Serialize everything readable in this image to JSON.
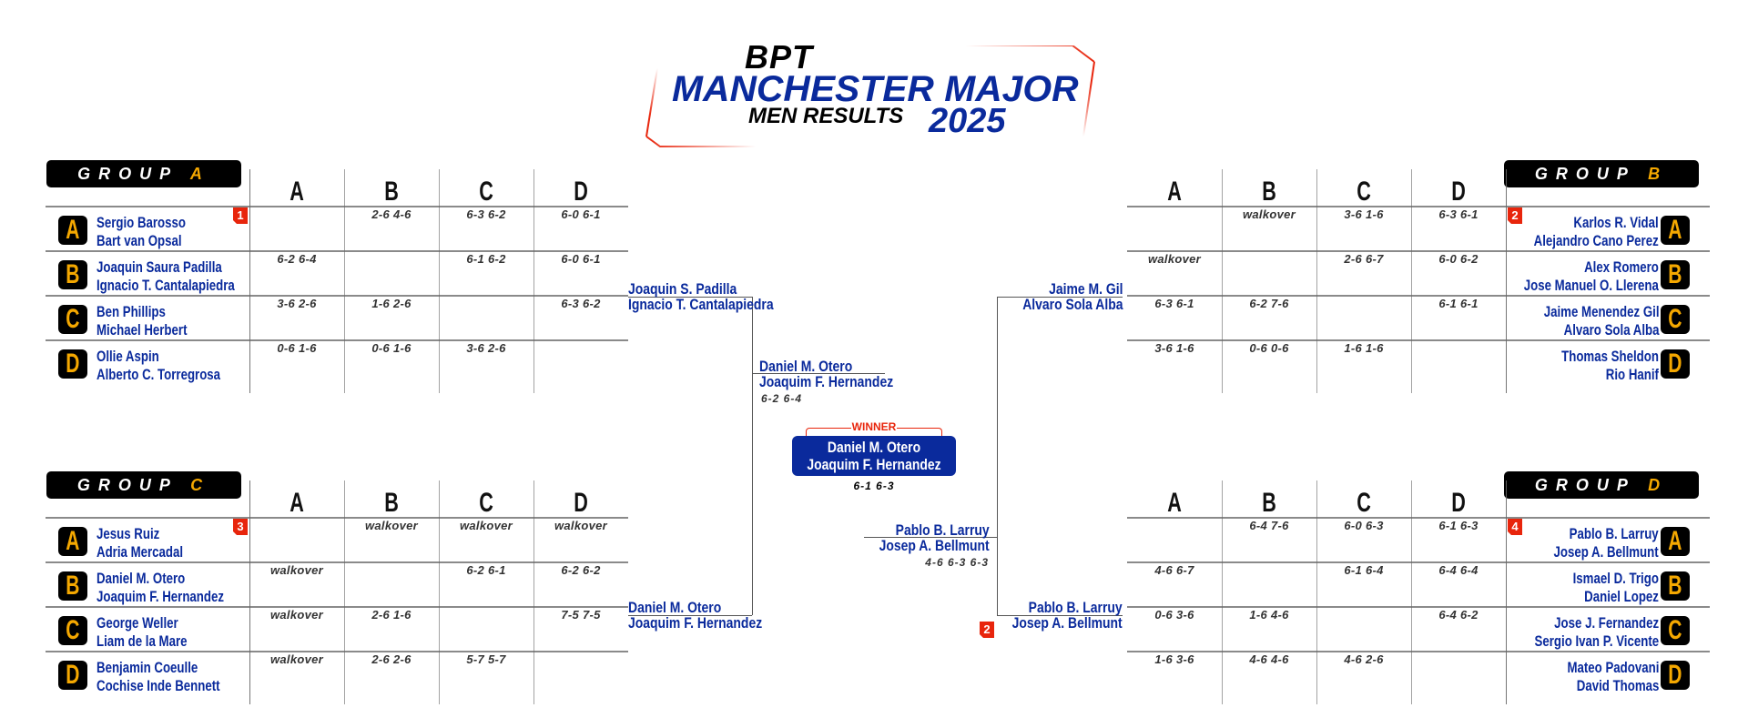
{
  "title": {
    "line1": "BPT",
    "line2": "MANCHESTER MAJOR",
    "line3": "MEN RESULTS",
    "year": "2025"
  },
  "colors": {
    "navy": "#0a2a9c",
    "accent_red": "#e8250c",
    "seed_yellow": "#f5a800",
    "badge_black": "#000000"
  },
  "columns": [
    "A",
    "B",
    "C",
    "D"
  ],
  "groups": {
    "A": {
      "label_prefix": "GROUP",
      "label_letter": "A",
      "rank_badge": "1",
      "teams": [
        {
          "seed": "A",
          "p1": "Sergio Barosso",
          "p2": "Bart van Opsal",
          "results": [
            "",
            "2-6 4-6",
            "6-3 6-2",
            "6-0 6-1"
          ]
        },
        {
          "seed": "B",
          "p1": "Joaquin Saura Padilla",
          "p2": "Ignacio T. Cantalapiedra",
          "results": [
            "6-2 6-4",
            "",
            "6-1 6-2",
            "6-0 6-1"
          ]
        },
        {
          "seed": "C",
          "p1": "Ben Phillips",
          "p2": "Michael Herbert",
          "results": [
            "3-6 2-6",
            "1-6 2-6",
            "",
            "6-3 6-2"
          ]
        },
        {
          "seed": "D",
          "p1": "Ollie Aspin",
          "p2": "Alberto C. Torregrosa",
          "results": [
            "0-6 1-6",
            "0-6 1-6",
            "3-6 2-6",
            ""
          ]
        }
      ]
    },
    "B": {
      "label_prefix": "GROUP",
      "label_letter": "B",
      "rank_badge": "2",
      "teams": [
        {
          "seed": "A",
          "p1": "Karlos R. Vidal",
          "p2": "Alejandro Cano Perez",
          "results": [
            "",
            "walkover",
            "3-6 1-6",
            "6-3 6-1"
          ]
        },
        {
          "seed": "B",
          "p1": "Alex Romero",
          "p2": "Jose Manuel O. Llerena",
          "results": [
            "walkover",
            "",
            "2-6 6-7",
            "6-0 6-2"
          ]
        },
        {
          "seed": "C",
          "p1": "Jaime Menendez Gil",
          "p2": "Alvaro Sola Alba",
          "results": [
            "6-3 6-1",
            "6-2 7-6",
            "",
            "6-1 6-1"
          ]
        },
        {
          "seed": "D",
          "p1": "Thomas Sheldon",
          "p2": "Rio Hanif",
          "results": [
            "3-6 1-6",
            "0-6 0-6",
            "1-6 1-6",
            ""
          ]
        }
      ]
    },
    "C": {
      "label_prefix": "GROUP",
      "label_letter": "C",
      "rank_badge": "3",
      "teams": [
        {
          "seed": "A",
          "p1": "Jesus Ruiz",
          "p2": "Adria Mercadal",
          "results": [
            "",
            "walkover",
            "walkover",
            "walkover"
          ]
        },
        {
          "seed": "B",
          "p1": "Daniel M. Otero",
          "p2": "Joaquim F. Hernandez",
          "results": [
            "walkover",
            "",
            "6-2 6-1",
            "6-2 6-2"
          ]
        },
        {
          "seed": "C",
          "p1": "George Weller",
          "p2": "Liam de la Mare",
          "results": [
            "walkover",
            "2-6 1-6",
            "",
            "7-5 7-5"
          ]
        },
        {
          "seed": "D",
          "p1": "Benjamin Coeulle",
          "p2": "Cochise Inde Bennett",
          "results": [
            "walkover",
            "2-6 2-6",
            "5-7 5-7",
            ""
          ]
        }
      ]
    },
    "D": {
      "label_prefix": "GROUP",
      "label_letter": "D",
      "rank_badge": "4",
      "teams": [
        {
          "seed": "A",
          "p1": "Pablo B. Larruy",
          "p2": "Josep A. Bellmunt",
          "results": [
            "",
            "6-4 7-6",
            "6-0 6-3",
            "6-1 6-3"
          ]
        },
        {
          "seed": "B",
          "p1": "Ismael D. Trigo",
          "p2": "Daniel Lopez",
          "results": [
            "4-6 6-7",
            "",
            "6-1 6-4",
            "6-4 6-4"
          ]
        },
        {
          "seed": "C",
          "p1": "Jose J. Fernandez",
          "p2": "Sergio Ivan P. Vicente",
          "results": [
            "0-6 3-6",
            "1-6 4-6",
            "",
            "6-4 6-2"
          ]
        },
        {
          "seed": "D",
          "p1": "Mateo Padovani",
          "p2": "David Thomas",
          "results": [
            "1-6 3-6",
            "4-6 4-6",
            "4-6 2-6",
            ""
          ]
        }
      ]
    }
  },
  "bracket": {
    "semi_left_top": {
      "p1": "Joaquin S. Padilla",
      "p2": "Ignacio T. Cantalapiedra"
    },
    "semi_left_bottom": {
      "p1": "Daniel M. Otero",
      "p2": "Joaquim F. Hernandez"
    },
    "semi_right_top": {
      "p1": "Jaime M. Gil",
      "p2": "Alvaro Sola Alba"
    },
    "semi_right_bottom": {
      "p1": "Pablo B. Larruy",
      "p2": "Josep A. Bellmunt",
      "badge": "2"
    },
    "final_left": {
      "p1": "Daniel M. Otero",
      "p2": "Joaquim F. Hernandez",
      "score": "6-2 6-4"
    },
    "final_right": {
      "p1": "Pablo B. Larruy",
      "p2": "Josep A. Bellmunt",
      "score": "4-6 6-3 6-3"
    },
    "winner": {
      "label": "WINNER",
      "p1": "Daniel M. Otero",
      "p2": "Joaquim F. Hernandez",
      "score": "6-1 6-3"
    }
  }
}
